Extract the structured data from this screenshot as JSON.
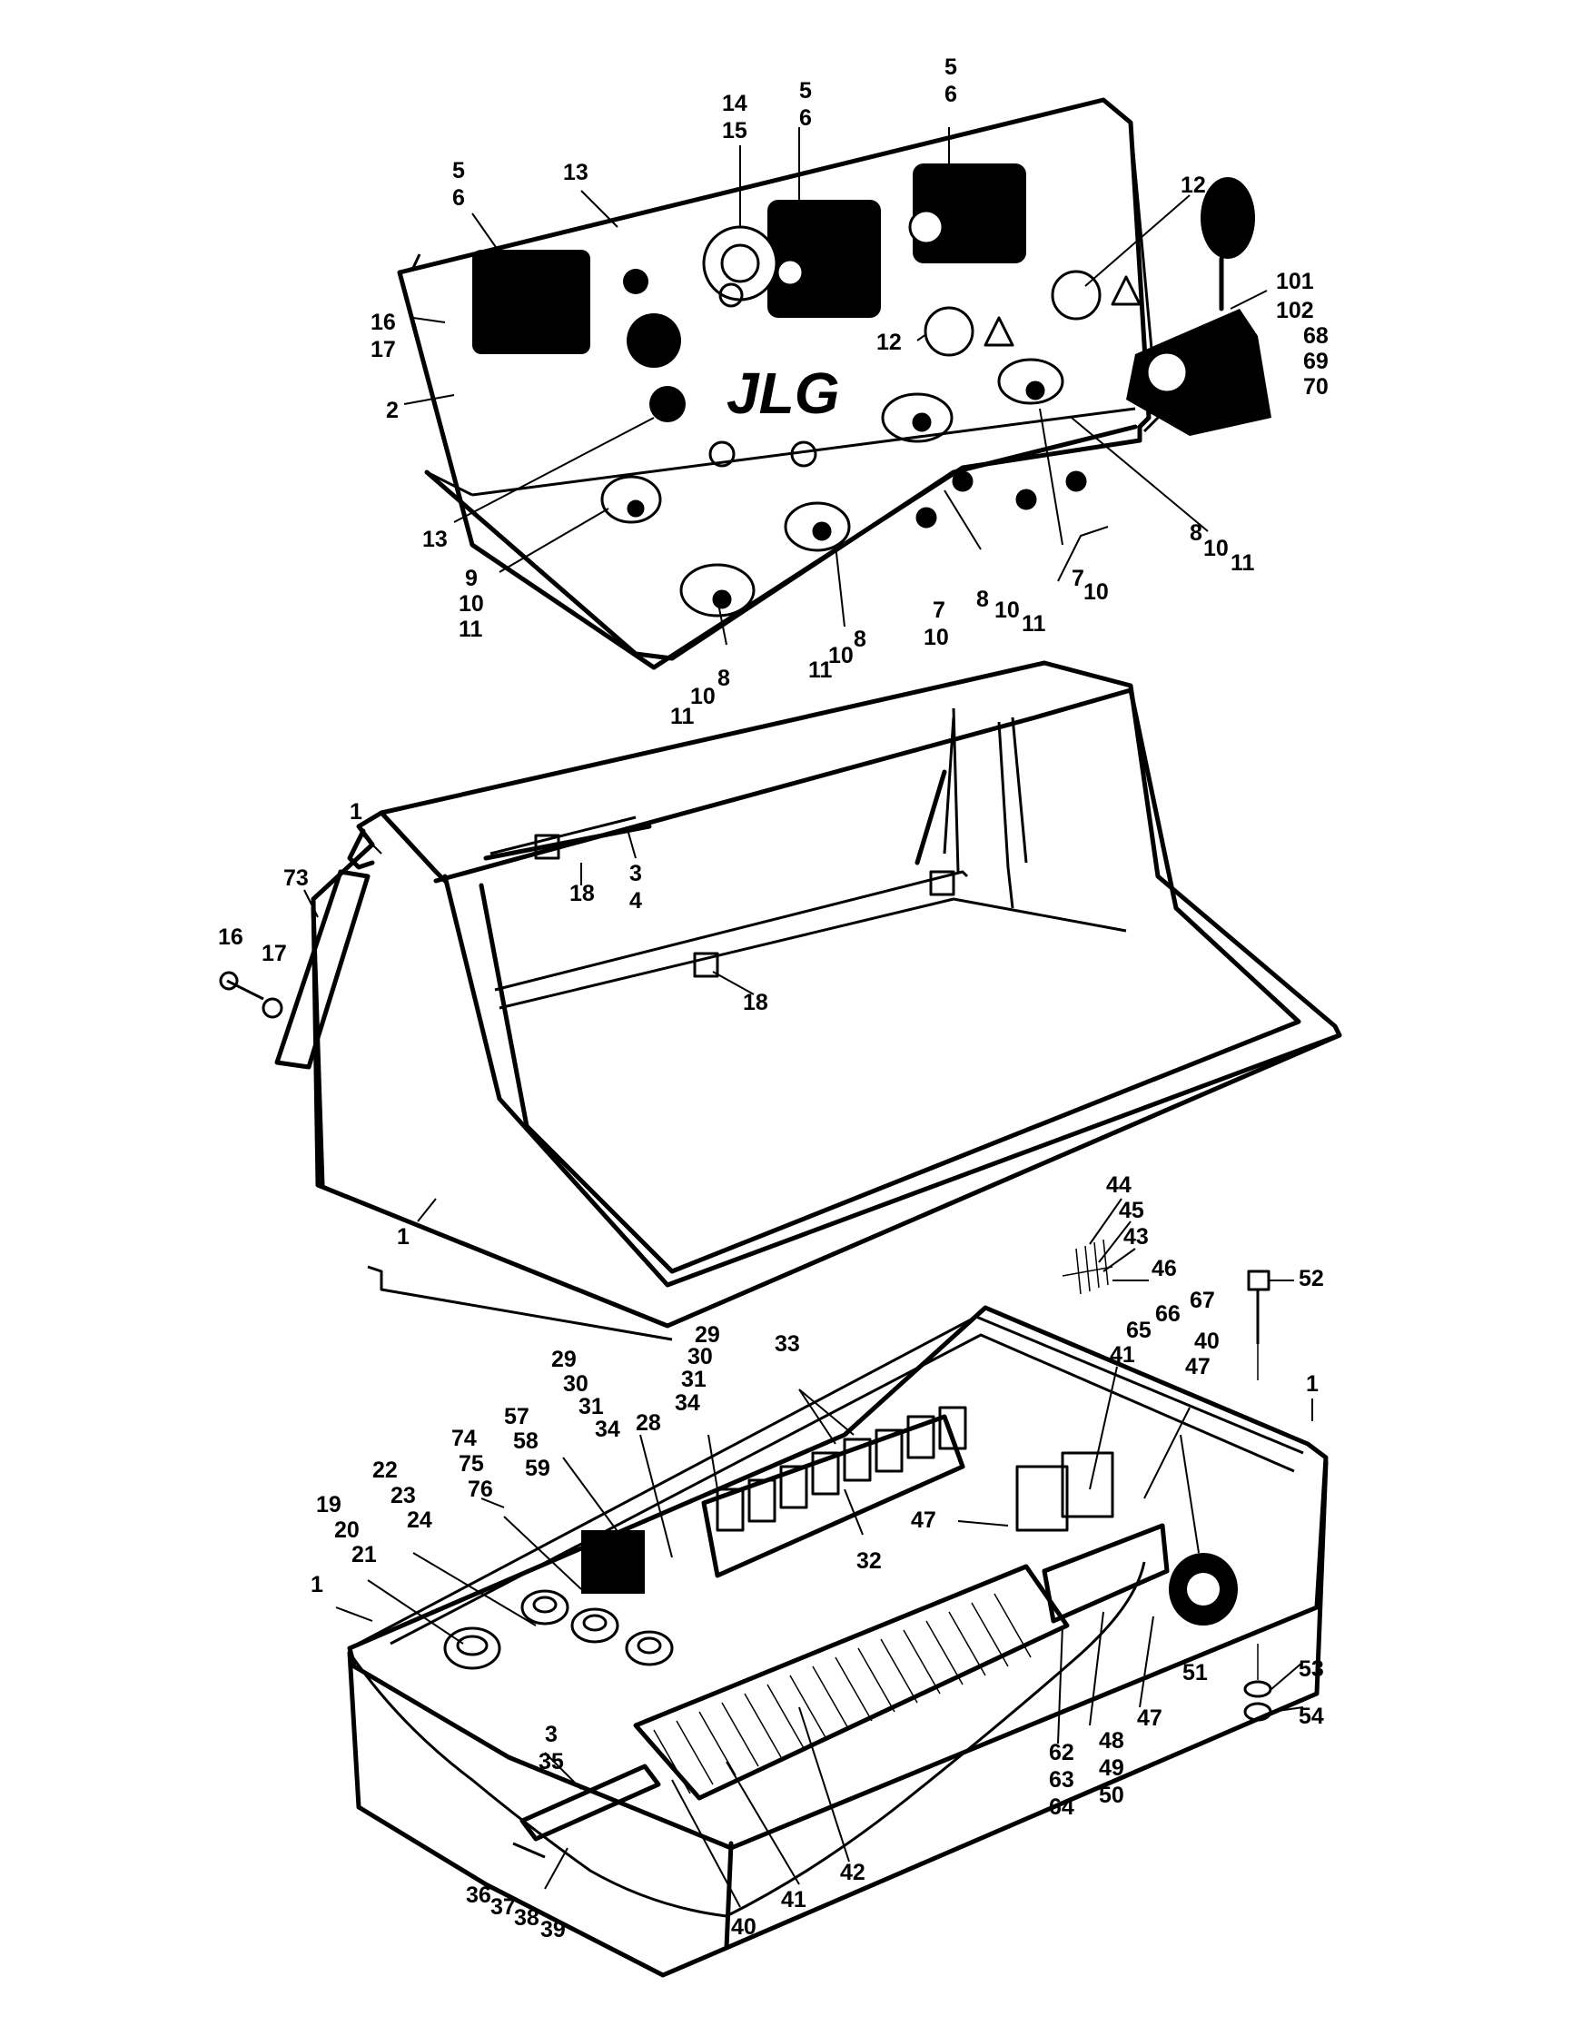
{
  "brand_logo": "JLG",
  "callouts": [
    {
      "id": "c-5-6-a",
      "lines": [
        "5",
        "6"
      ]
    },
    {
      "id": "c-13-top",
      "lines": [
        "13"
      ]
    },
    {
      "id": "c-14-15",
      "lines": [
        "14",
        "15"
      ]
    },
    {
      "id": "c-5-6-b",
      "lines": [
        "5",
        "6"
      ]
    },
    {
      "id": "c-5-6-c",
      "lines": [
        "5",
        "6"
      ]
    },
    {
      "id": "c-12-a",
      "lines": [
        "12"
      ]
    },
    {
      "id": "c-12-b",
      "lines": [
        "12"
      ]
    },
    {
      "id": "c-16-17-top",
      "lines": [
        "16",
        "17"
      ]
    },
    {
      "id": "c-2",
      "lines": [
        "2"
      ]
    },
    {
      "id": "c-101-102",
      "lines": [
        "101",
        "102"
      ]
    },
    {
      "id": "c-68-70",
      "lines": [
        "68",
        "69",
        "70"
      ]
    },
    {
      "id": "c-13-bot",
      "lines": [
        "13"
      ]
    },
    {
      "id": "c-9-10-11",
      "lines": [
        "9",
        "10",
        "11"
      ]
    },
    {
      "id": "c-8-10-11-a",
      "lines": [
        "8",
        "10",
        "11"
      ]
    },
    {
      "id": "c-8-10-11-b",
      "lines": [
        "8",
        "10",
        "11"
      ]
    },
    {
      "id": "c-7-10-a",
      "lines": [
        "7",
        "10"
      ]
    },
    {
      "id": "c-8-10-11-c",
      "lines": [
        "8",
        "10",
        "11"
      ]
    },
    {
      "id": "c-7-10-b",
      "lines": [
        "7",
        "10"
      ]
    },
    {
      "id": "c-8-10-11-d",
      "lines": [
        "8",
        "10",
        "11"
      ]
    },
    {
      "id": "c-1-a",
      "lines": [
        "1"
      ]
    },
    {
      "id": "c-73",
      "lines": [
        "73"
      ]
    },
    {
      "id": "c-16",
      "lines": [
        "16"
      ]
    },
    {
      "id": "c-17",
      "lines": [
        "17"
      ]
    },
    {
      "id": "c-18-a",
      "lines": [
        "18"
      ]
    },
    {
      "id": "c-3-4",
      "lines": [
        "3",
        "4"
      ]
    },
    {
      "id": "c-18-b",
      "lines": [
        "18"
      ]
    },
    {
      "id": "c-1-b",
      "lines": [
        "1"
      ]
    },
    {
      "id": "c-44",
      "lines": [
        "44"
      ]
    },
    {
      "id": "c-45",
      "lines": [
        "45"
      ]
    },
    {
      "id": "c-43",
      "lines": [
        "43"
      ]
    },
    {
      "id": "c-46",
      "lines": [
        "46"
      ]
    },
    {
      "id": "c-52",
      "lines": [
        "52"
      ]
    },
    {
      "id": "c-66-67",
      "lines": [
        "66",
        "67"
      ]
    },
    {
      "id": "c-65-41",
      "lines": [
        "65",
        "41"
      ]
    },
    {
      "id": "c-40-47",
      "lines": [
        "40",
        "47"
      ]
    },
    {
      "id": "c-1-c",
      "lines": [
        "1"
      ]
    },
    {
      "id": "c-33",
      "lines": [
        "33"
      ]
    },
    {
      "id": "c-29-34-a",
      "lines": [
        "29",
        "30",
        "31",
        "34"
      ]
    },
    {
      "id": "c-29-34-b",
      "lines": [
        "29",
        "30",
        "31",
        "34"
      ]
    },
    {
      "id": "c-28",
      "lines": [
        "28"
      ]
    },
    {
      "id": "c-57-59",
      "lines": [
        "57",
        "58",
        "59"
      ]
    },
    {
      "id": "c-74-76",
      "lines": [
        "74",
        "75",
        "76"
      ]
    },
    {
      "id": "c-22-24",
      "lines": [
        "22",
        "23",
        "24"
      ]
    },
    {
      "id": "c-19-21",
      "lines": [
        "19",
        "20",
        "21"
      ]
    },
    {
      "id": "c-32",
      "lines": [
        "32"
      ]
    },
    {
      "id": "c-47",
      "lines": [
        "47"
      ]
    },
    {
      "id": "c-1-d",
      "lines": [
        "1"
      ]
    },
    {
      "id": "c-51",
      "lines": [
        "51"
      ]
    },
    {
      "id": "c-53",
      "lines": [
        "53"
      ]
    },
    {
      "id": "c-54",
      "lines": [
        "54"
      ]
    },
    {
      "id": "c-47-b",
      "lines": [
        "47"
      ]
    },
    {
      "id": "c-48-50",
      "lines": [
        "48",
        "49",
        "50"
      ]
    },
    {
      "id": "c-62-64",
      "lines": [
        "62",
        "63",
        "64"
      ]
    },
    {
      "id": "c-3-35",
      "lines": [
        "3",
        "35"
      ]
    },
    {
      "id": "c-42",
      "lines": [
        "42"
      ]
    },
    {
      "id": "c-41",
      "lines": [
        "41"
      ]
    },
    {
      "id": "c-40",
      "lines": [
        "40"
      ]
    },
    {
      "id": "c-36-39",
      "lines": [
        "36",
        "37",
        "38",
        "39"
      ]
    }
  ]
}
